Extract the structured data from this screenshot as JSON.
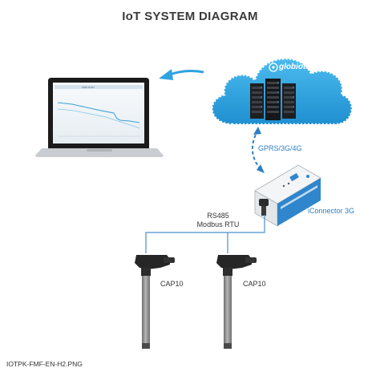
{
  "title": "IoT SYSTEM DIAGRAM",
  "cloud": {
    "brand": "globiots"
  },
  "link_label": "GPRS/3G/4G",
  "gateway": {
    "label": "iConnector 3G"
  },
  "bus": {
    "line1": "RS485",
    "line2": "Modbus RTU"
  },
  "sensors": [
    {
      "label": "CAP10"
    },
    {
      "label": "CAP10"
    }
  ],
  "footer": "IOTPK-FMF-EN-H2.PNG",
  "colors": {
    "cloud": "#29a3df",
    "link": "#2d7fc4",
    "bus": "#4a8fc9",
    "probe": "#8a8a8a"
  }
}
